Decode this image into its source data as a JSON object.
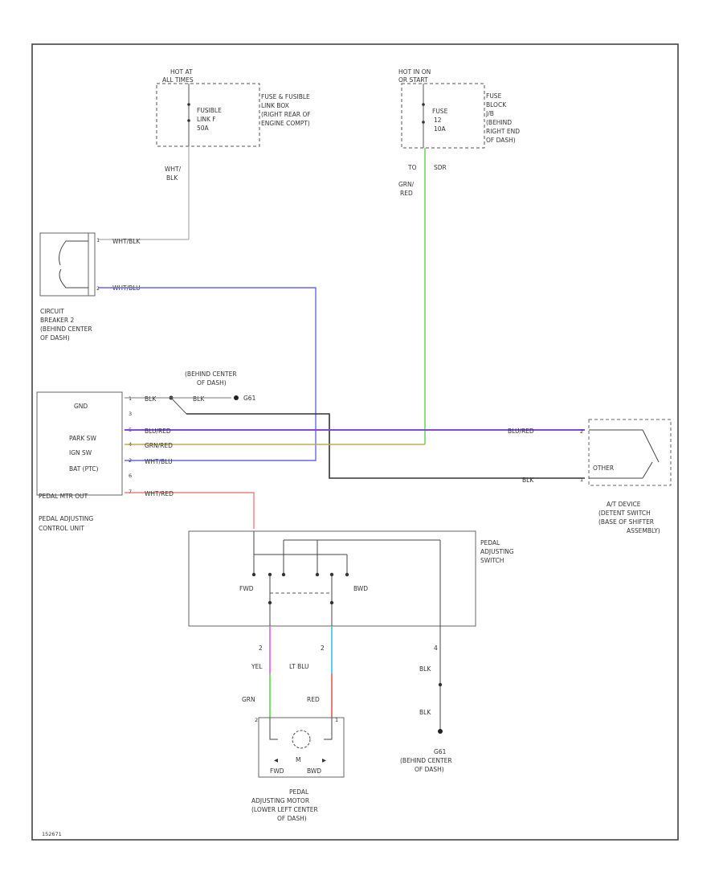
{
  "fuse_box_1": {
    "hot_line1": "HOT AT",
    "hot_line2": "ALL TIMES",
    "fuse_line1": "FUSIBLE",
    "fuse_line2": "LINK F",
    "fuse_line3": "50A",
    "loc_line1": "FUSE & FUSIBLE",
    "loc_line2": "LINK BOX",
    "loc_line3": "(RIGHT REAR OF",
    "loc_line4": "ENGINE COMPT)"
  },
  "fuse_box_2": {
    "hot_line1": "HOT IN ON",
    "hot_line2": "OR START",
    "fuse_line1": "FUSE",
    "fuse_line2": "12",
    "fuse_line3": "10A",
    "loc_line1": "FUSE",
    "loc_line2": "BLOCK",
    "loc_line3": "J/B",
    "loc_line4": "(BEHIND",
    "loc_line5": "RIGHT END",
    "loc_line6": "OF DASH)"
  },
  "wires": {
    "fuse1_out_line1": "WHT/",
    "fuse1_out_line2": "BLK",
    "cb_in": "WHT/BLK",
    "cb_out": "WHT/BLU",
    "to_sdr": "TO",
    "sdr": "SDR",
    "grn_line1": "GRN/",
    "grn_line2": "RED",
    "gnd_wire": "BLK",
    "gnd_wire2": "BLK",
    "pos_blured": "BLU/RED",
    "pos_blured_right": "BLU/RED",
    "grn_red": "GRN/RED",
    "bat_wht_blu": "WHT/BLU",
    "pos_wht_red": "WHT/RED",
    "at_blk": "BLK",
    "motor_left_top": "YEL",
    "motor_left_bottom": "GRN",
    "motor_right_top": "LT BLU",
    "motor_right_bottom": "RED",
    "switch_gnd_top": "BLK",
    "switch_gnd_bottom": "BLK"
  },
  "circuit_breaker": {
    "label_line1": "CIRCUIT",
    "label_line2": "BREAKER 2",
    "label_line3": "(BEHIND CENTER",
    "label_line4": "OF DASH)"
  },
  "ground_g1": {
    "loc_line1": "(BEHIND CENTER",
    "loc_line2": "OF DASH)",
    "id": "G61"
  },
  "control_unit": {
    "pin_gnd": "GND",
    "pin_park": "PARK SW",
    "pin_ign": "IGN SW",
    "pin_bat": "BAT (PTC)",
    "pin_pedal": "PEDAL MTR OUT",
    "label_line1": "PEDAL ADJUSTING",
    "label_line2": "CONTROL UNIT"
  },
  "at_device": {
    "label_line1": "A/T DEVICE",
    "label_line2": "(DETENT SWITCH",
    "label_line3": "(BASE OF SHIFTER",
    "label_line4": "ASSEMBLY)",
    "other": "OTHER"
  },
  "pedal_switch": {
    "label_line1": "PEDAL",
    "label_line2": "ADJUSTING",
    "label_line3": "SWITCH",
    "fwd": "FWD",
    "bwd": "BWD",
    "pin2a": "2",
    "pin2b": "2",
    "pin4": "4"
  },
  "motor": {
    "fwd": "FWD",
    "bwd": "BWD",
    "m": "M",
    "label_line1": "PEDAL",
    "label_line2": "ADJUSTING MOTOR",
    "label_line3": "(LOWER LEFT CENTER",
    "label_line4": "OF DASH)"
  },
  "ground_g2": {
    "id": "G61",
    "loc_line1": "(BEHIND CENTER",
    "loc_line2": "OF DASH)"
  },
  "footer": {
    "code": "152671"
  },
  "colors": {
    "wire_grn": "#66dd55",
    "wire_blu": "#6666ee",
    "wire_blured_red": "#cc3344",
    "wire_yel": "#bbaa55",
    "wire_blk": "#333333",
    "wire_red": "#ee6666",
    "wire_pink": "#ee66ee",
    "wire_ltblu": "#44ccee",
    "wire_grey": "#999999"
  }
}
